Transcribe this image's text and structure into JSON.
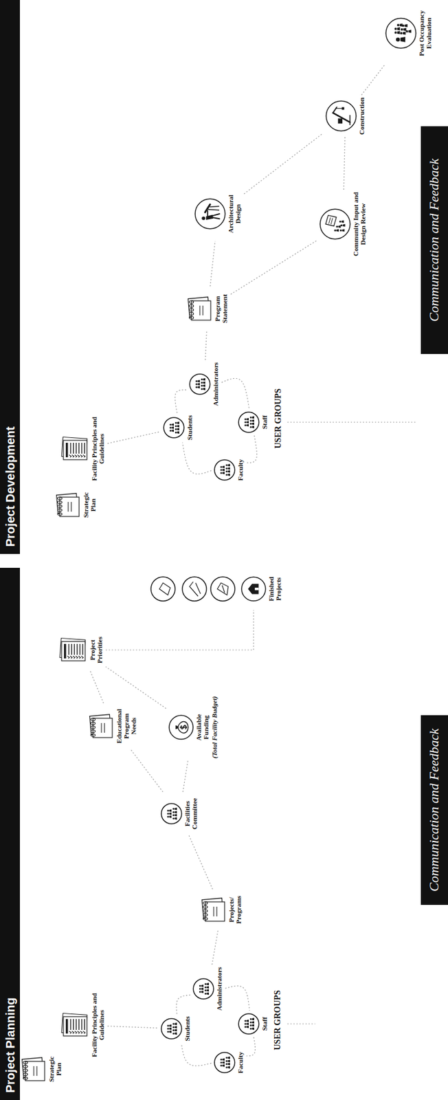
{
  "diagram": {
    "nodes": [
      {
        "text": [
          "Project Planning"
        ]
      },
      {
        "text": [
          "Project Development"
        ]
      },
      {
        "text": [
          "Strategic Plan"
        ]
      },
      {
        "text": [
          "Facility Principles and Guidelines"
        ]
      },
      {
        "text": [
          "Students"
        ]
      },
      {
        "text": [
          "Faculty"
        ]
      },
      {
        "text": [
          "Administrators"
        ]
      },
      {
        "text": [
          "Staff"
        ]
      },
      {
        "text": [
          "Projects/ Programs"
        ]
      },
      {
        "text": [
          "Facilities Committee"
        ]
      },
      {
        "text": [
          "Educational Program Needs"
        ]
      },
      {
        "text": [
          "Available Funding",
          "(Total Facility Budget)"
        ]
      },
      {
        "text": [
          "Project Priorities"
        ]
      },
      {
        "text": [
          "Finished Projects"
        ]
      },
      {
        "text": [
          "Strategic Plan"
        ]
      },
      {
        "text": [
          "Facility Principles and Guidelines"
        ]
      },
      {
        "text": [
          "Students"
        ]
      },
      {
        "text": [
          "Faculty"
        ]
      },
      {
        "text": [
          "Administrators"
        ]
      },
      {
        "text": [
          "Staff"
        ]
      },
      {
        "text": [
          "Program Statement"
        ]
      },
      {
        "text": [
          "Architectural Design"
        ]
      },
      {
        "text": [
          "Community Input and Design Review"
        ]
      },
      {
        "text": [
          "Construction"
        ]
      },
      {
        "text": [
          "Post Occupancy Evaluation"
        ]
      },
      {
        "text": [
          "Communication and Feedback"
        ]
      },
      {
        "text": [
          "Communication and Feedback"
        ]
      }
    ],
    "edges": [
      {
        "from": 3,
        "to": 4,
        "arrow": "none"
      },
      {
        "from": 4,
        "to": 6,
        "arrow": "none"
      },
      {
        "from": 6,
        "to": 7,
        "arrow": "none"
      },
      {
        "from": 7,
        "to": 5,
        "arrow": "none"
      },
      {
        "from": 5,
        "to": 4,
        "arrow": "none"
      },
      {
        "from": 6,
        "to": 8,
        "arrow": "none"
      },
      {
        "from": 8,
        "to": 9,
        "arrow": "none"
      },
      {
        "from": 9,
        "to": 10,
        "arrow": "none"
      },
      {
        "from": 9,
        "to": 11,
        "arrow": "none"
      },
      {
        "from": 10,
        "to": 12,
        "arrow": "none"
      },
      {
        "from": 11,
        "to": 12,
        "arrow": "none"
      },
      {
        "from": 12,
        "to": 13,
        "arrow": "none"
      },
      {
        "from": 15,
        "to": 16,
        "arrow": "none"
      },
      {
        "from": 16,
        "to": 18,
        "arrow": "none"
      },
      {
        "from": 18,
        "to": 19,
        "arrow": "none"
      },
      {
        "from": 19,
        "to": 17,
        "arrow": "none"
      },
      {
        "from": 17,
        "to": 16,
        "arrow": "none"
      },
      {
        "from": 18,
        "to": 20,
        "arrow": "none"
      },
      {
        "from": 20,
        "to": 21,
        "arrow": "none"
      },
      {
        "from": 20,
        "to": 22,
        "arrow": "none"
      },
      {
        "from": 21,
        "to": 23,
        "arrow": "none"
      },
      {
        "from": 22,
        "to": 23,
        "arrow": "none"
      },
      {
        "from": 23,
        "to": 24,
        "arrow": "none"
      }
    ],
    "labels": [
      "USER GROUPS",
      "USER GROUPS"
    ]
  }
}
